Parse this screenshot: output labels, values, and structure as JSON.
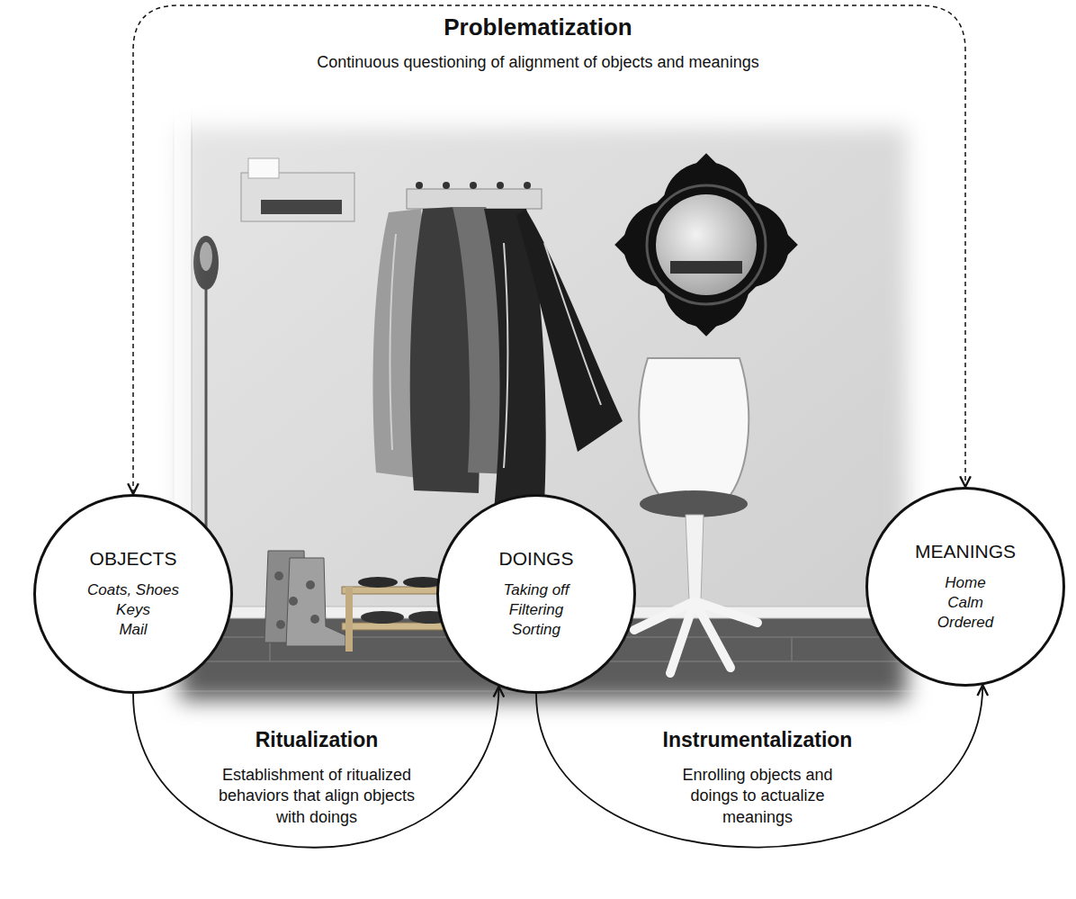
{
  "diagram": {
    "nodes": [
      {
        "text": [
          "OBJECTS",
          "Coats, Shoes",
          "Keys",
          "Mail"
        ]
      },
      {
        "text": [
          "DOINGS",
          "Taking off",
          "Filtering",
          "Sorting"
        ]
      },
      {
        "text": [
          "MEANINGS",
          "Home",
          "Calm",
          "Ordered"
        ]
      }
    ],
    "edges": [
      {
        "from": 0,
        "to": 1,
        "arrow": "to"
      },
      {
        "from": 1,
        "to": 2,
        "arrow": "to"
      },
      {
        "from": 0,
        "to": 2,
        "arrow": "both"
      }
    ],
    "labels": [
      "Problematization",
      "Continuous questioning of alignment of objects and meanings",
      "Ritualization",
      "Establishment of ritualized behaviors that align objects with doings",
      "Instrumentalization",
      "Enrolling objects and doings to actualize meanings"
    ]
  }
}
